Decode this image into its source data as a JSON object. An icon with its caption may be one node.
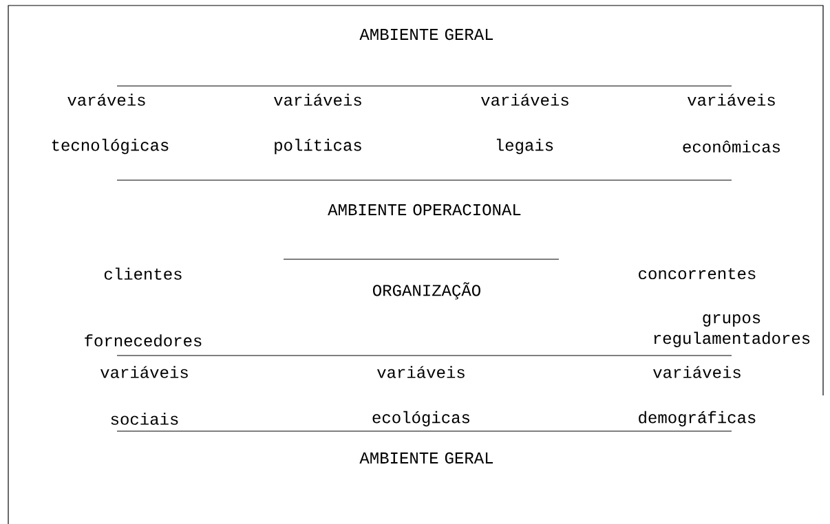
{
  "diagram": {
    "labels": [
      "AMBIENTE GERAL",
      "varáveis",
      "variáveis",
      "variáveis",
      "variáveis",
      "tecnológicas",
      "políticas",
      "legais",
      "econômicas",
      "AMBIENTE OPERACIONAL",
      "clientes",
      "concorrentes",
      "ORGANIZAÇÃO",
      "grupos regulamentadores",
      "fornecedores",
      "variáveis",
      "variáveis",
      "variáveis",
      "sociais",
      "ecológicas",
      "demográficas",
      "AMBIENTE GERAL"
    ]
  }
}
